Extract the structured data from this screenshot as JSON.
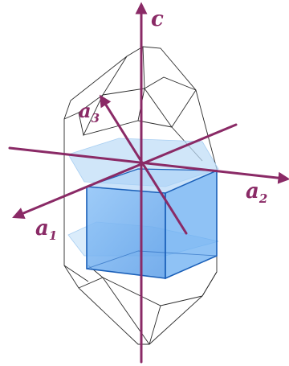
{
  "labels": {
    "c": "c",
    "a1_base": "a",
    "a1_sub": "1",
    "a2_base": "a",
    "a2_sub": "2",
    "a3_base": "a",
    "a3_sub": "3"
  },
  "colors": {
    "axis": "#8a2a66",
    "crystal_outline": "#2a2a2a",
    "prism_fill": "#6aaef2",
    "prism_edge": "#1a5fb8",
    "plane_fill": "#bcdcf7"
  }
}
